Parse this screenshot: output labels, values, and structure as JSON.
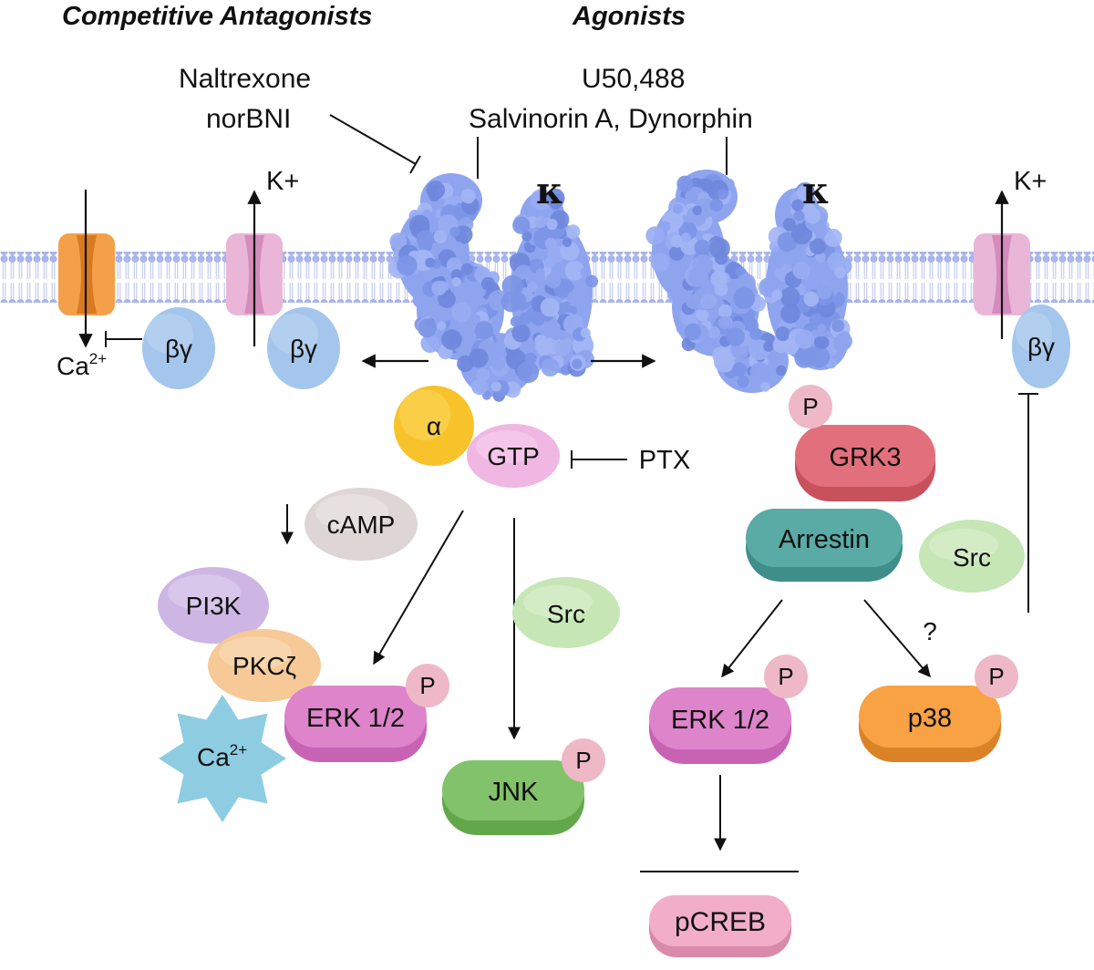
{
  "headers": {
    "antagonists": "Competitive Antagonists",
    "agonists": "Agonists"
  },
  "drugs": {
    "antagonist_1": "Naltrexone",
    "antagonist_2": "norBNI",
    "agonist_1": "U50,488",
    "agonist_2": "Salvinorin A, Dynorphin"
  },
  "receptor_label": "κ",
  "ions": {
    "potassium": "K+",
    "calcium_base": "Ca",
    "calcium_charge": "2+"
  },
  "molecules": {
    "beta_gamma": "βγ",
    "alpha": "α",
    "gtp": "GTP",
    "ptx": "PTX",
    "camp": "cAMP",
    "pi3k": "PI3K",
    "pkc": "PKCζ",
    "erk": "ERK 1/2",
    "jnk": "JNK",
    "src": "Src",
    "grk3": "GRK3",
    "arrestin": "Arrestin",
    "p38": "p38",
    "pcreb": "pCREB",
    "phospho": "P",
    "unknown": "?"
  },
  "colors": {
    "receptor": "#8ea4ee",
    "calcium_channel": "#f4a04a",
    "potassium_channel": "#eab6d8",
    "beta_gamma": "#a4c6ec",
    "alpha": "#f8c22a",
    "gtp": "#efb7e2",
    "camp": "#ddd6d4",
    "pi3k": "#cdb6e4",
    "pkc": "#f6c997",
    "erk": "#de84cb",
    "jnk": "#82c26a",
    "src": "#c6e6b6",
    "grk3": "#e2707c",
    "arrestin": "#5aaaa6",
    "p38": "#f8a244",
    "pcreb": "#f2aec8",
    "phospho": "#eeb8c6",
    "calcium_star": "#8ecce2",
    "membrane": "#aab6ee"
  }
}
